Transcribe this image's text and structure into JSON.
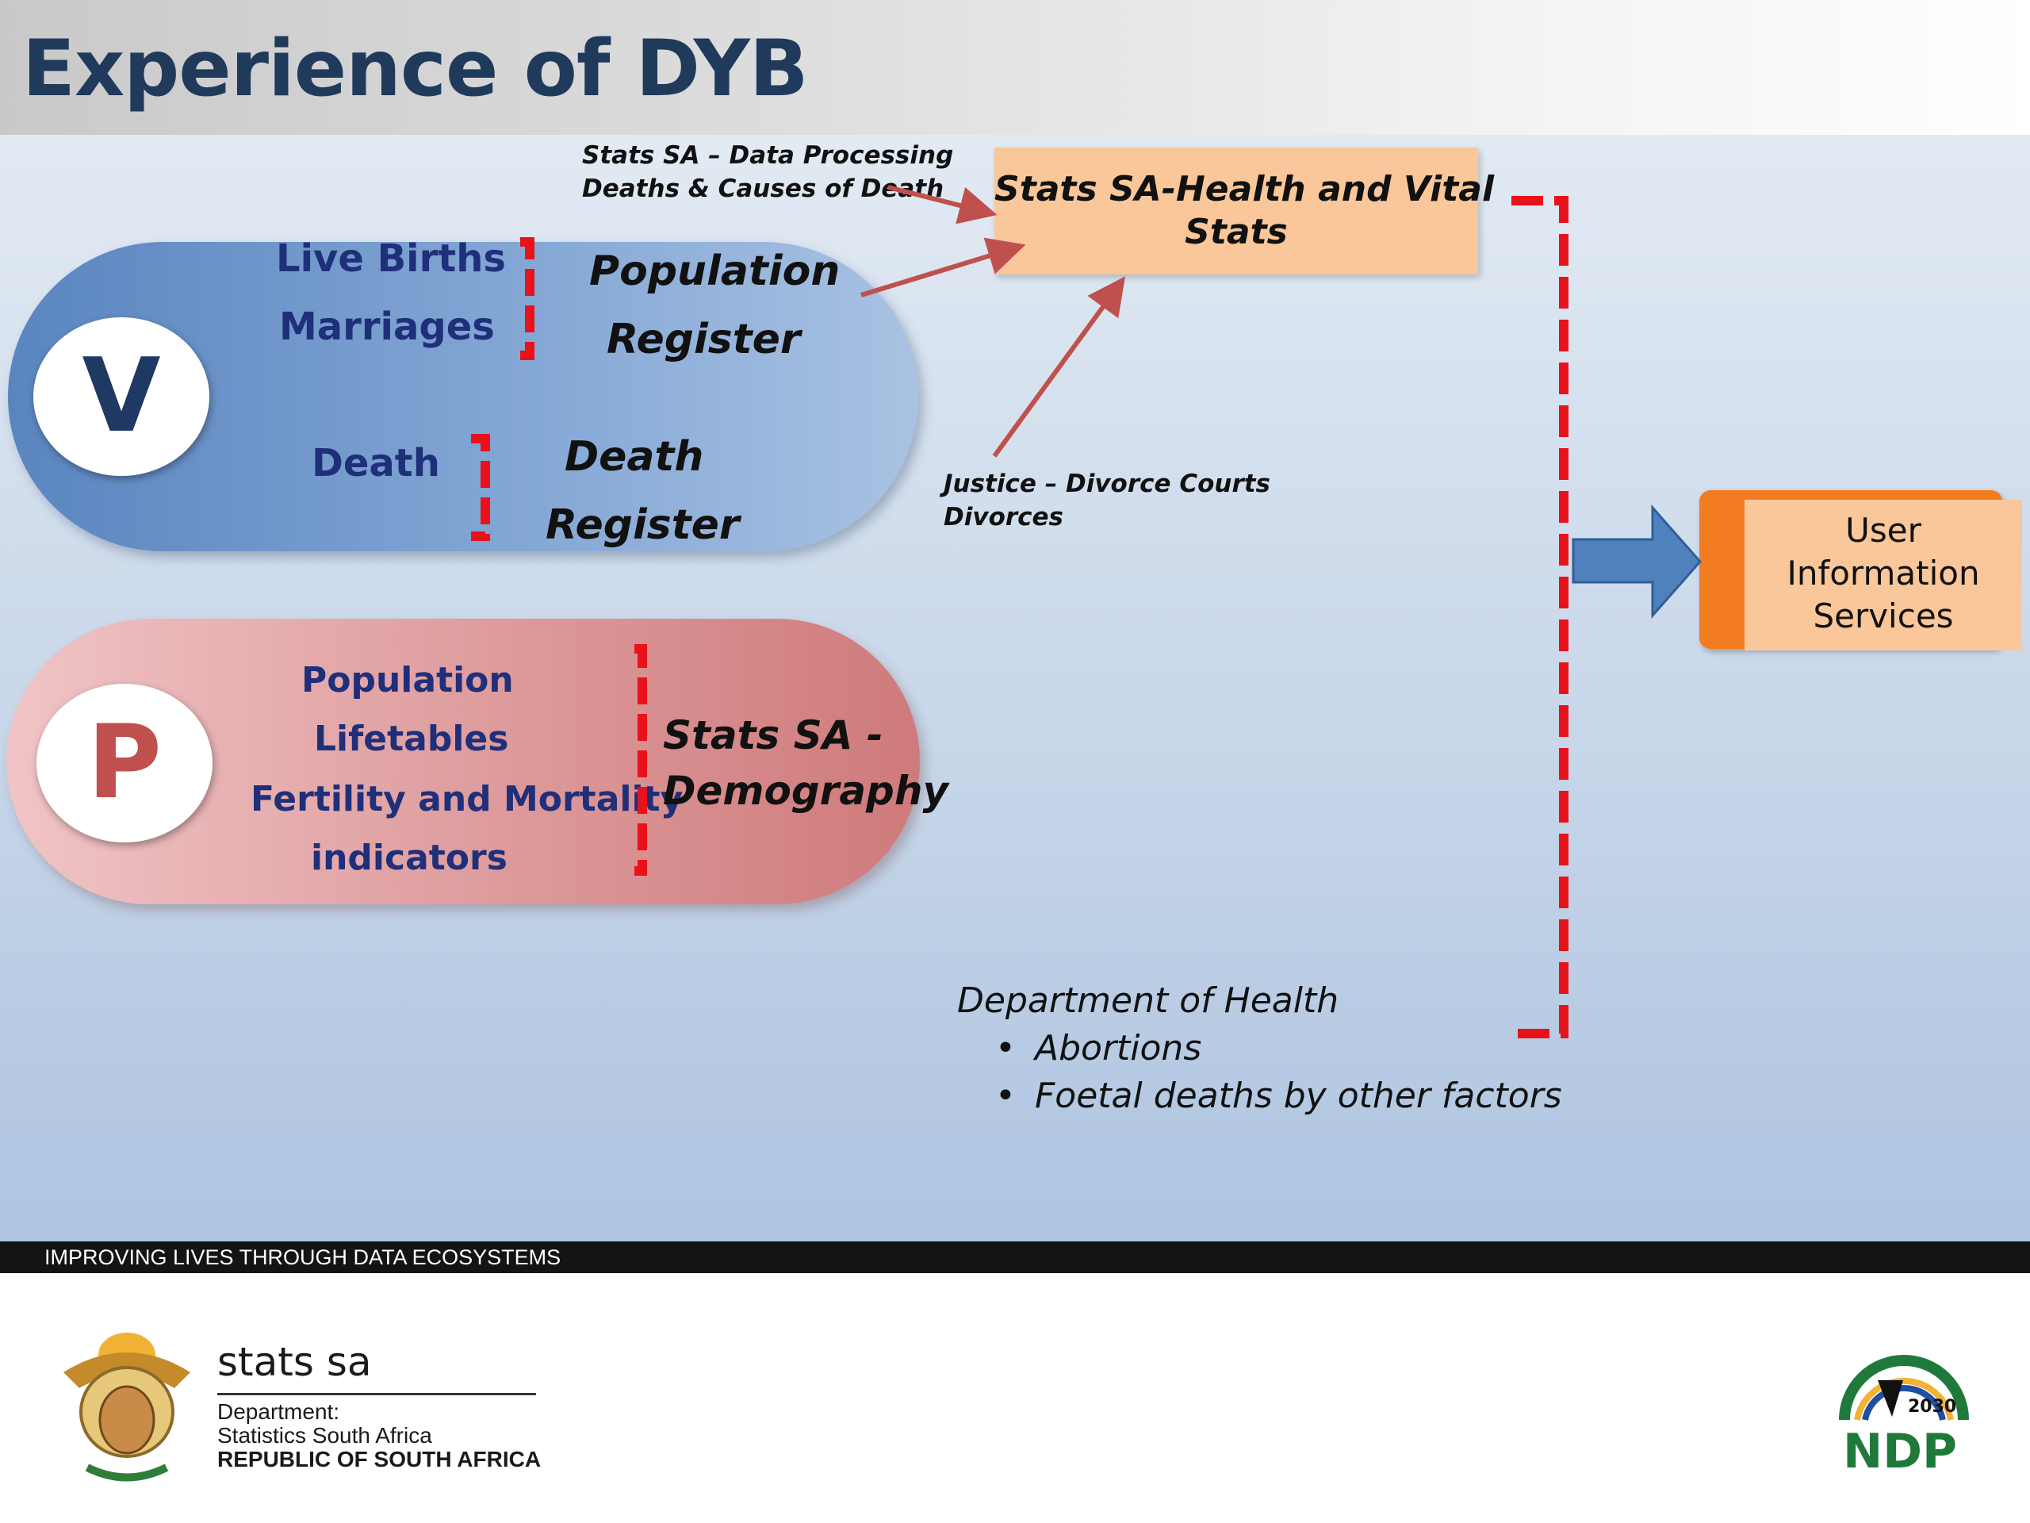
{
  "header": {
    "title": "Experience of DYB"
  },
  "data_processing_note": {
    "line1": "Stats SA – Data Processing",
    "line2": "Deaths & Causes of Death"
  },
  "health_vital_stats": {
    "line1": "Stats SA-Health and Vital",
    "line2": "Stats"
  },
  "vital_pill": {
    "letter": "V",
    "live_births": "Live Births",
    "marriages": "Marriages",
    "death": "Death",
    "population_register_line1": "Population",
    "population_register_line2": "Register",
    "death_register_line1": "Death",
    "death_register_line2": "Register"
  },
  "justice_note": {
    "line1": "Justice – Divorce Courts",
    "line2": "Divorces"
  },
  "population_pill": {
    "letter": "P",
    "items": [
      "Population",
      "Lifetables",
      "Fertility and Mortality",
      "indicators"
    ],
    "source_line1": "Stats SA -",
    "source_line2": "Demography"
  },
  "department_of_health": {
    "title": "Department of Health",
    "bullets": [
      "Abortions",
      "Foetal deaths by other factors"
    ],
    "bullet_glyph": "•"
  },
  "user_information_services": {
    "lines": [
      "User",
      "Information",
      "Services"
    ]
  },
  "footer": {
    "tagline": "IMPROVING LIVES THROUGH DATA ECOSYSTEMS",
    "org_name": "stats sa",
    "dept_line1": "Department:",
    "dept_line2": "Statistics South Africa",
    "dept_line3": "REPUBLIC OF SOUTH AFRICA",
    "ndp_year": "2030",
    "ndp_text": "NDP"
  },
  "colors": {
    "title": "#1f3a5b",
    "navy_text": "#1f2f7a",
    "bracket_red": "#e8121b",
    "arrow_red": "#c0504d",
    "box_peach": "#f9c79a",
    "box_orange": "#f47c20",
    "block_arrow": "#4f81bd"
  }
}
